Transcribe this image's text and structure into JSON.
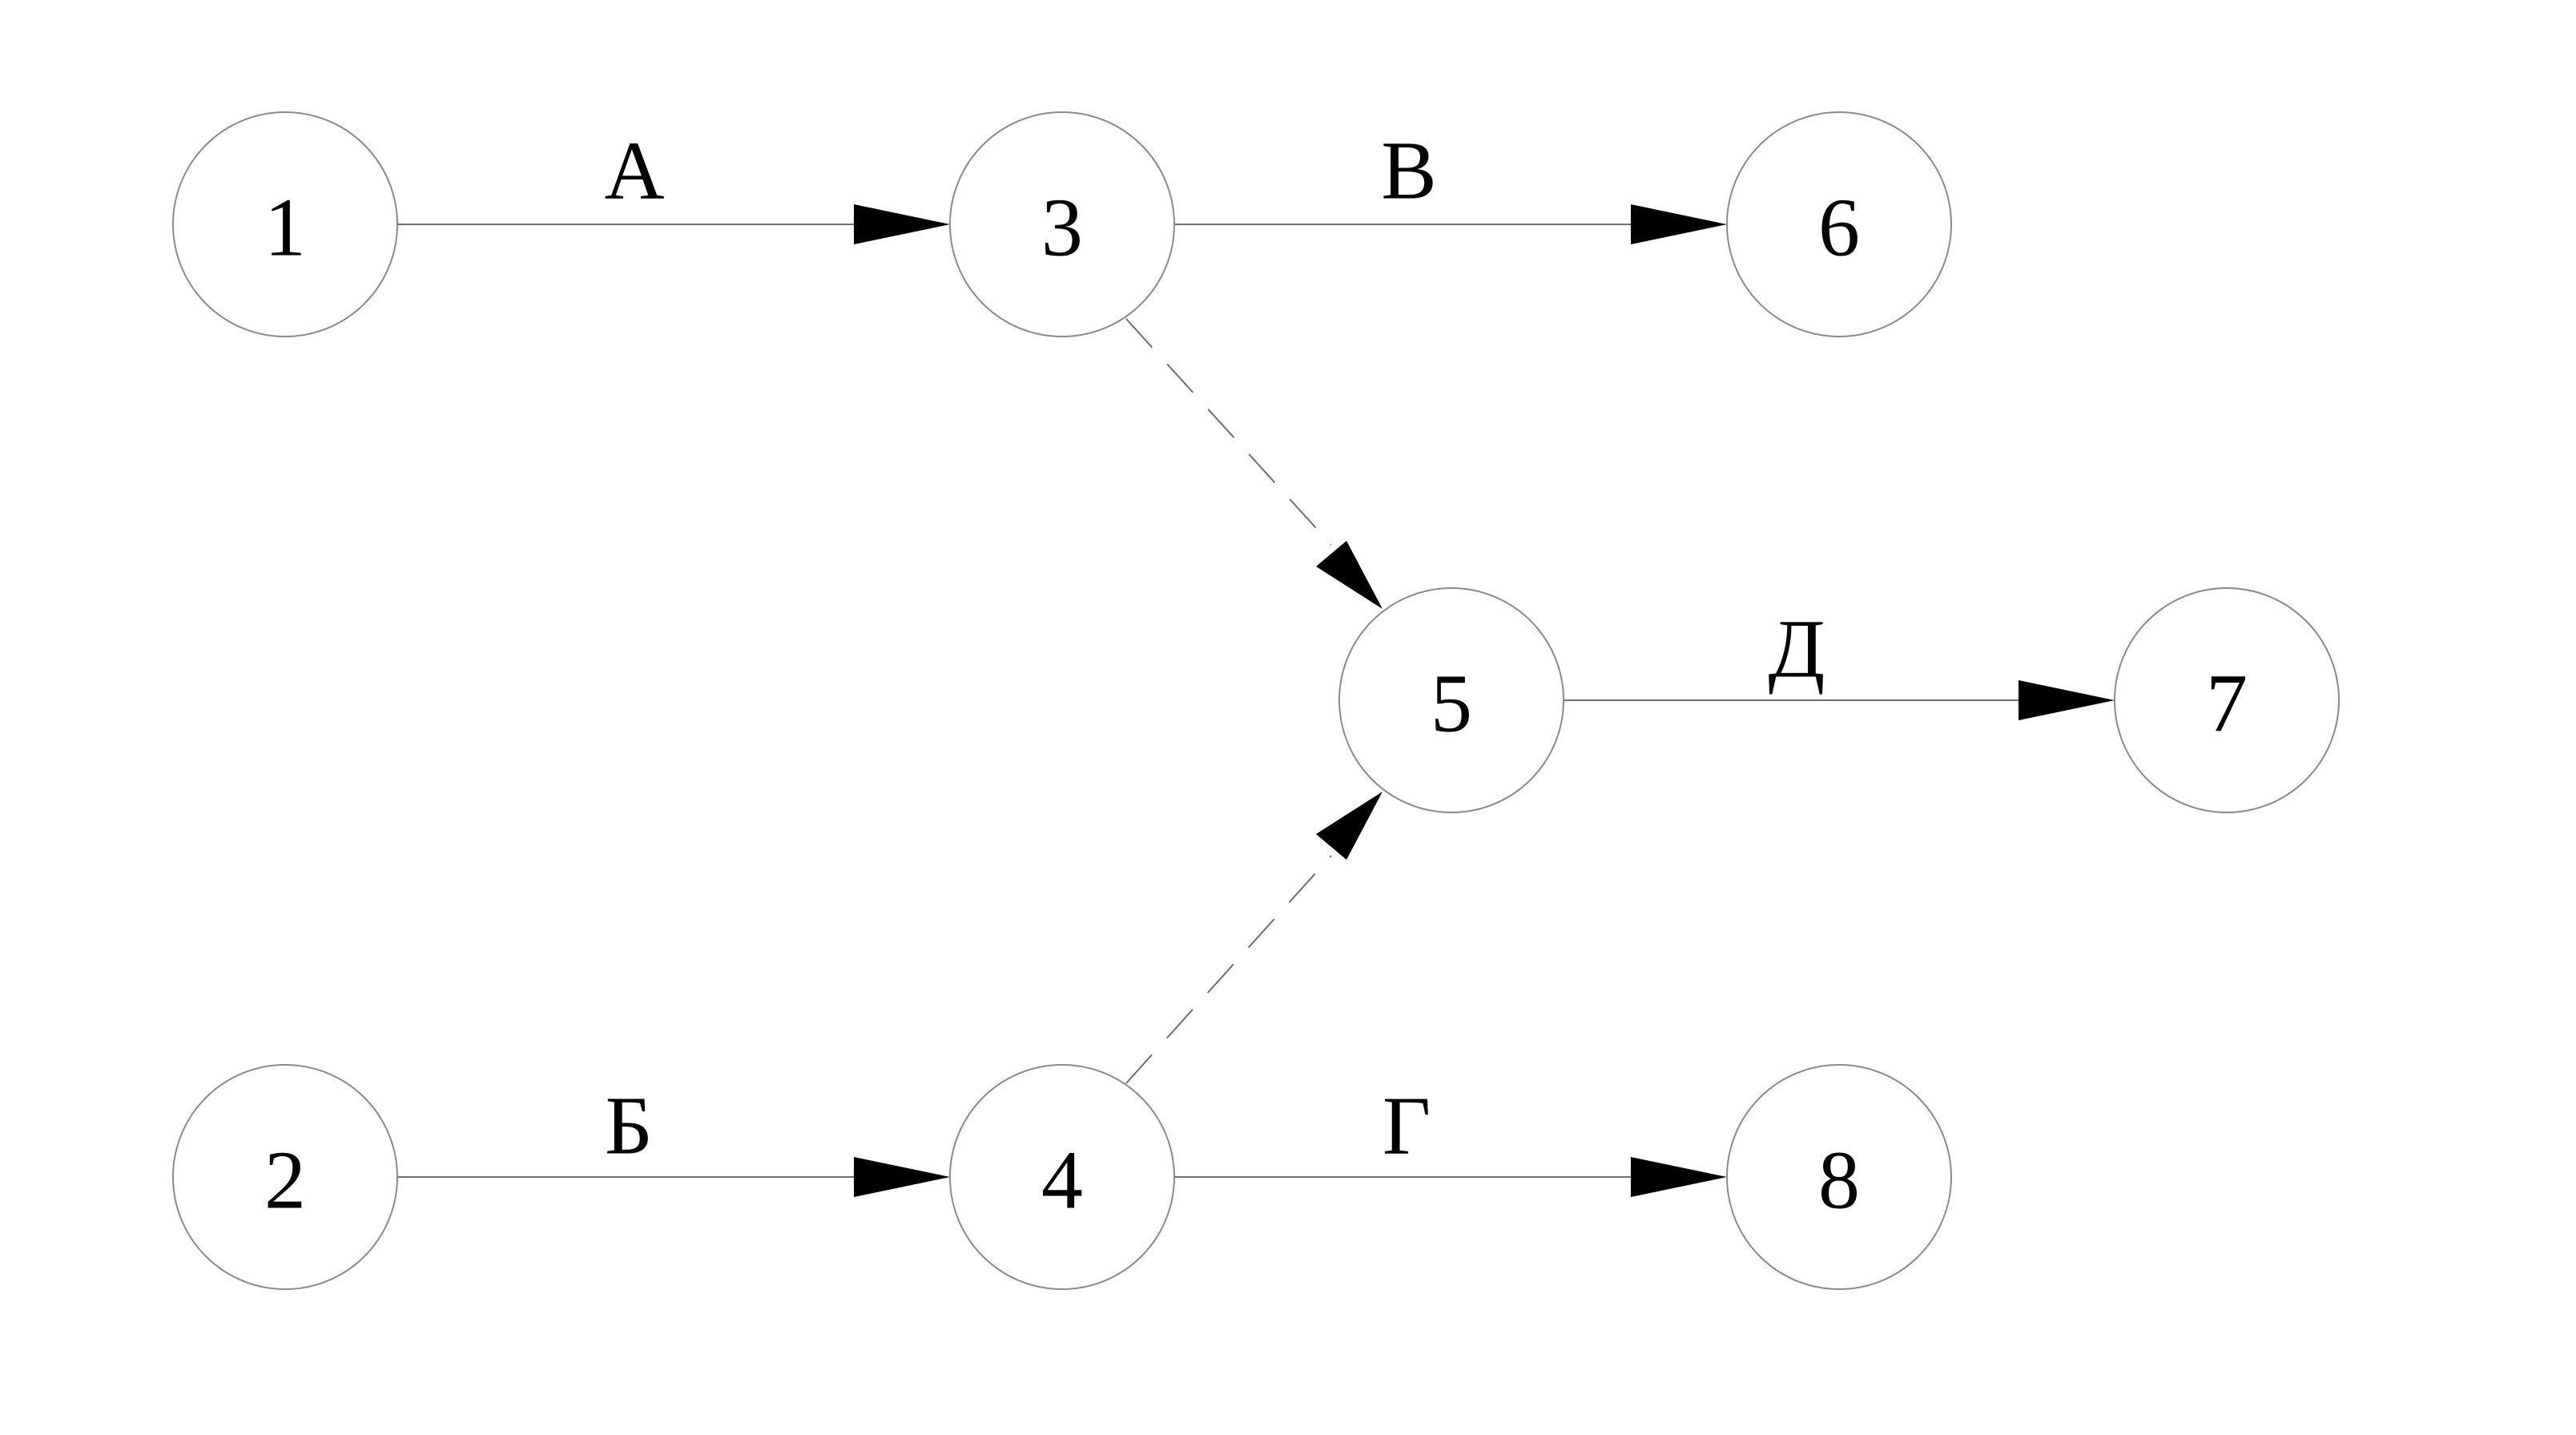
{
  "diagram": {
    "type": "network-graph",
    "nodes": [
      {
        "id": "n1",
        "label": "1"
      },
      {
        "id": "n2",
        "label": "2"
      },
      {
        "id": "n3",
        "label": "3"
      },
      {
        "id": "n4",
        "label": "4"
      },
      {
        "id": "n5",
        "label": "5"
      },
      {
        "id": "n6",
        "label": "6"
      },
      {
        "id": "n7",
        "label": "7"
      },
      {
        "id": "n8",
        "label": "8"
      }
    ],
    "edges": [
      {
        "id": "e-1-3",
        "from": "1",
        "to": "3",
        "label": "А",
        "style": "solid"
      },
      {
        "id": "e-3-6",
        "from": "3",
        "to": "6",
        "label": "В",
        "style": "solid"
      },
      {
        "id": "e-2-4",
        "from": "2",
        "to": "4",
        "label": "Б",
        "style": "solid"
      },
      {
        "id": "e-4-8",
        "from": "4",
        "to": "8",
        "label": "Г",
        "style": "solid"
      },
      {
        "id": "e-5-7",
        "from": "5",
        "to": "7",
        "label": "Д",
        "style": "solid"
      },
      {
        "id": "e-3-5",
        "from": "3",
        "to": "5",
        "label": "",
        "style": "dashed"
      },
      {
        "id": "e-4-5",
        "from": "4",
        "to": "5",
        "label": "",
        "style": "dashed"
      }
    ]
  }
}
